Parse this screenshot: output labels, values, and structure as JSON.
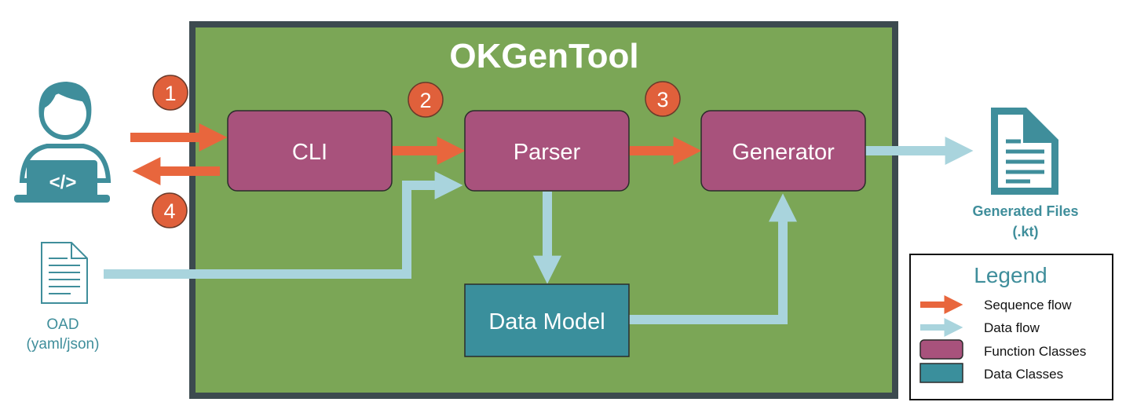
{
  "title": "OKGenTool",
  "nodes": {
    "cli": "CLI",
    "parser": "Parser",
    "generator": "Generator",
    "data_model": "Data Model"
  },
  "steps": [
    "1",
    "2",
    "3",
    "4"
  ],
  "user": {
    "icon": "developer-laptop-icon",
    "code_glyph": "</>"
  },
  "input_file": {
    "icon": "document-icon",
    "line1": "OAD",
    "line2": "(yaml/json)"
  },
  "output_file": {
    "icon": "document-icon",
    "line1": "Generated Files",
    "line2": "(.kt)"
  },
  "legend": {
    "title": "Legend",
    "items": [
      "Sequence flow",
      "Data flow",
      "Function Classes",
      "Data Classes"
    ]
  },
  "colors": {
    "container_fill": "#7ba656",
    "container_border": "#3c4a4f",
    "function_class": "#a8527c",
    "data_class": "#3a8f9c",
    "sequence_flow": "#e8663d",
    "data_flow": "#a9d4dd",
    "icon_teal": "#3f8e9b",
    "step_badge": "#e0603b"
  }
}
